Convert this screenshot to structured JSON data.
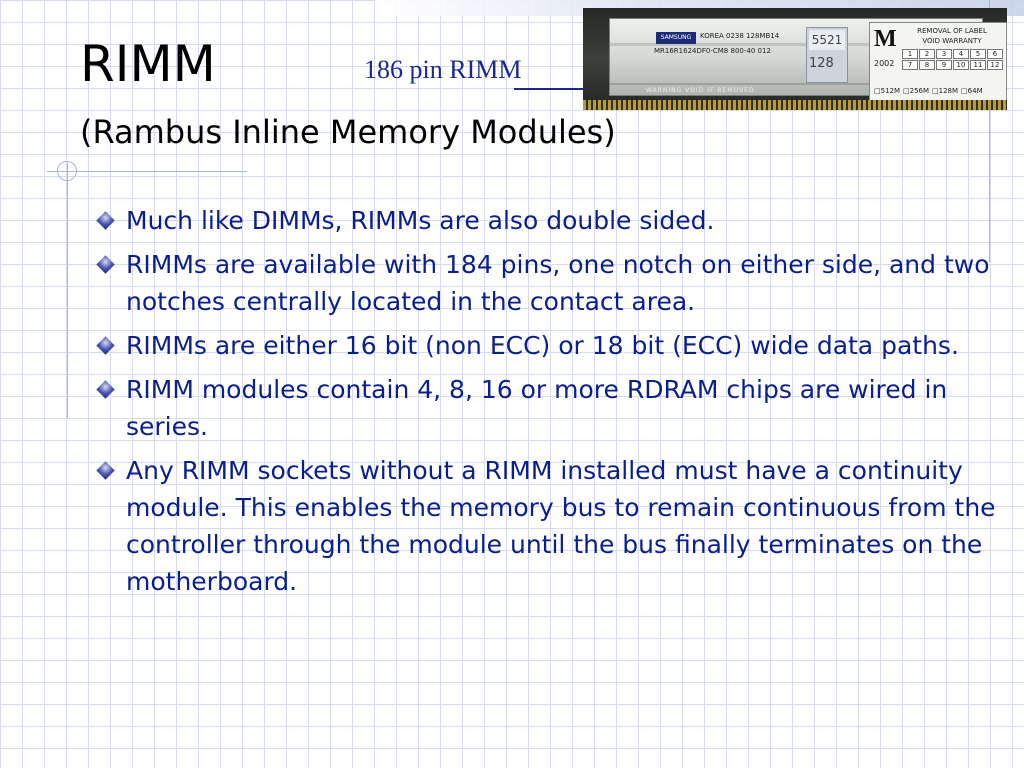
{
  "title": {
    "main": "RIMM",
    "sub": "(Rambus Inline Memory Modules)"
  },
  "image_label": "186 pin RIMM",
  "module_photo": {
    "brand": "SAMSUNG",
    "line1": "KOREA   0238   128MB14",
    "line2": "MR16R1624DF0-CM8   800-40   012",
    "sticker_top": "5521",
    "sticker_bottom": "128",
    "bottom_print": "WARNING VOID IF REMOVED",
    "warranty_label": {
      "logo": "M",
      "line1": "REMOVAL OF LABEL",
      "line2": "VOID WARRANTY",
      "year": "2002",
      "grid": [
        "1",
        "2",
        "3",
        "4",
        "5",
        "6",
        "7",
        "8",
        "9",
        "10",
        "11",
        "12"
      ],
      "sizes": [
        "512M",
        "256M",
        "128M",
        "64M"
      ]
    }
  },
  "bullets": [
    "Much like DIMMs, RIMMs are also double sided.",
    "RIMMs are available with 184 pins, one notch on either side, and two notches centrally located in the contact area.",
    "RIMMs are either 16 bit (non ECC) or 18 bit (ECC) wide data paths.",
    "RIMM modules contain 4, 8, 16 or more RDRAM chips are wired in series.",
    "Any RIMM sockets without a RIMM installed must have a continuity module.  This enables the memory bus to remain continuous from the controller through the module until the bus finally terminates on the motherboard."
  ],
  "colors": {
    "text_blue": "#0a1f8a",
    "label_blue": "#1b2a8a",
    "grid": "#d6dcec",
    "accent_line": "#a9b6d8"
  },
  "icons": {
    "bullet": "diamond-bullet-icon"
  }
}
